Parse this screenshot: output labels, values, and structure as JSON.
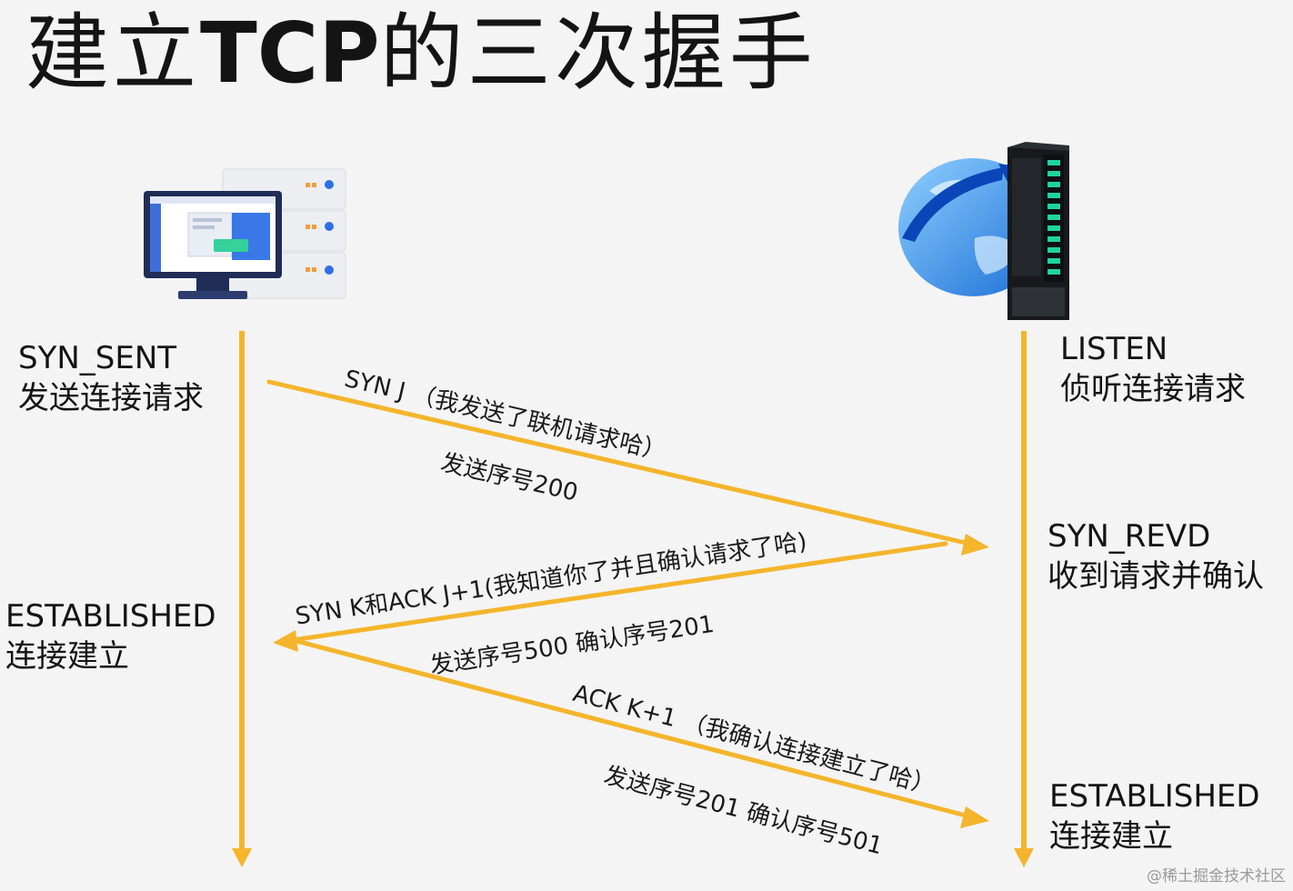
{
  "title": {
    "part1": "建立",
    "part2": "TCP",
    "part3": "的三次握手"
  },
  "client": {
    "state_syn_sent": "SYN_SENT",
    "state_syn_sent_desc": "发送连接请求",
    "state_established": "ESTABLISHED",
    "state_established_desc": "连接建立"
  },
  "server": {
    "state_listen": "LISTEN",
    "state_listen_desc": "侦听连接请求",
    "state_syn_revd": "SYN_REVD",
    "state_syn_revd_desc": "收到请求并确认",
    "state_established": "ESTABLISHED",
    "state_established_desc": "连接建立"
  },
  "messages": {
    "syn_label": "SYN J （我发送了联机请求哈）",
    "syn_seq": "发送序号200",
    "synack_label": "SYN K和ACK J+1(我知道你了并且确认请求了哈)",
    "synack_seq": "发送序号500  确认序号201",
    "ack_label": "ACK K+1 （我确认连接建立了哈）",
    "ack_seq": "发送序号201  确认序号501"
  },
  "colors": {
    "arrow": "#f4b52c",
    "text": "#141414"
  },
  "icons": {
    "client": "computer-with-server-rack-icon",
    "server": "globe-with-server-tower-icon"
  },
  "watermark": "@稀土掘金技术社区"
}
